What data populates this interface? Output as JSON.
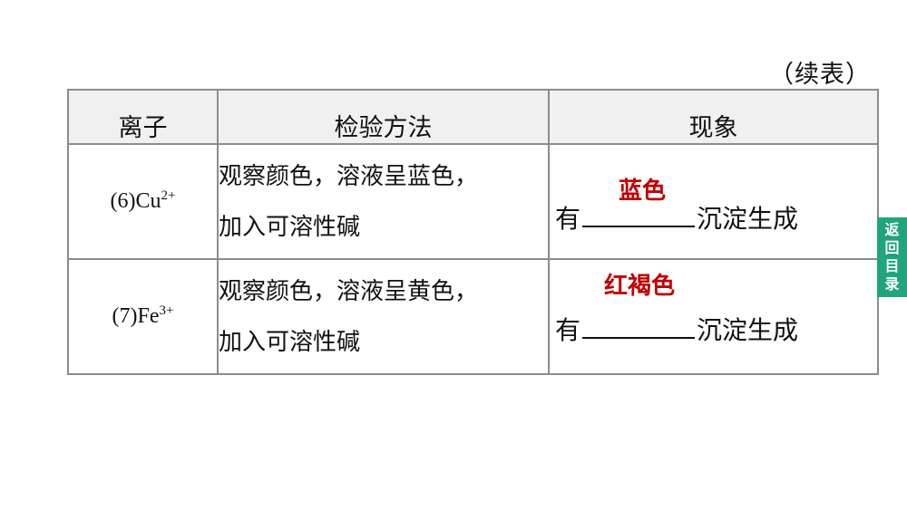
{
  "continued_label": "（续表）",
  "table": {
    "headers": [
      "离子",
      "检验方法",
      "现象"
    ],
    "rows": [
      {
        "ion_prefix": "(6)Cu",
        "ion_charge": "2+",
        "method_lines": [
          "观察颜色，溶液呈蓝色，",
          "加入可溶性碱"
        ],
        "phenomenon_prefix": "有",
        "phenomenon_answer": "蓝色",
        "phenomenon_suffix": "沉淀生成"
      },
      {
        "ion_prefix": "(7)Fe",
        "ion_charge": "3+",
        "method_lines": [
          "观察颜色，溶液呈黄色，",
          "加入可溶性碱"
        ],
        "phenomenon_prefix": "有",
        "phenomenon_answer": "红褐色",
        "phenomenon_suffix": "沉淀生成"
      }
    ]
  },
  "back_to_contents": {
    "chars": [
      "返",
      "回",
      "目",
      "录"
    ],
    "color": "#20a47c"
  },
  "colors": {
    "answer": "#c00000",
    "header_bg": "#f0f0f0",
    "border": "#8c8c8c"
  }
}
